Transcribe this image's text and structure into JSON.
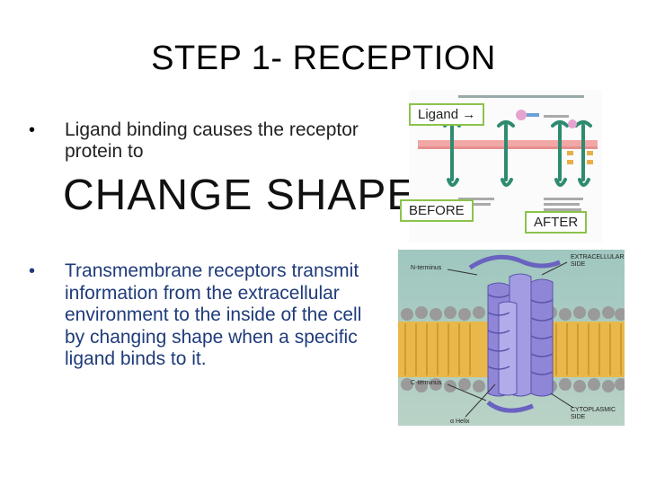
{
  "slide": {
    "title": "STEP 1- RECEPTION",
    "bullet1": "Ligand binding causes the receptor protein to",
    "big_text": "CHANGE SHAPE",
    "bullet2": "Transmembrane receptors transmit information from the extracellular environment to the inside of the cell by changing shape when a specific ligand binds to it."
  },
  "top_figure": {
    "ligand_label": "Ligand →",
    "before_label": "BEFORE",
    "after_label": "AFTER"
  },
  "bottom_figure": {
    "n_terminus": "N-terminus",
    "extracellular": "EXTRACELLULAR",
    "side1": "SIDE",
    "c_terminus": "C-terminus",
    "cytoplasmic": "CYTOPLASMIC",
    "side2": "SIDE",
    "alpha_helix": "α Helix"
  }
}
